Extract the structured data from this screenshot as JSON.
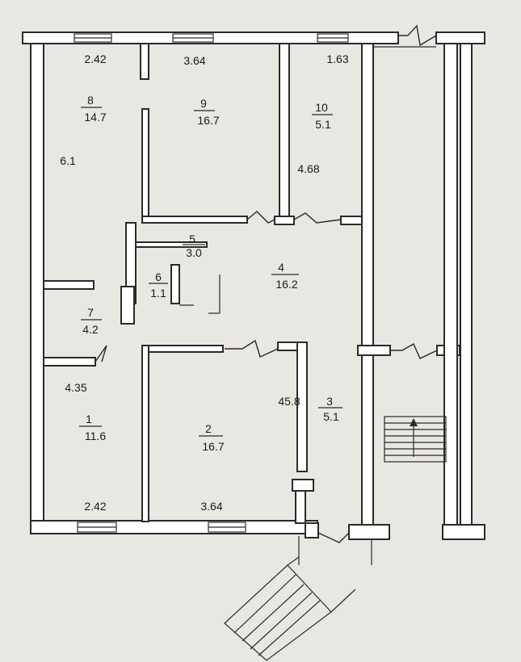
{
  "rooms": [
    {
      "id": "1",
      "number": "1",
      "area": "11.6"
    },
    {
      "id": "2",
      "number": "2",
      "area": "16.7"
    },
    {
      "id": "3",
      "number": "3",
      "area": "5.1"
    },
    {
      "id": "4",
      "number": "4",
      "area": "16.2"
    },
    {
      "id": "5",
      "number": "5",
      "area": "3.0"
    },
    {
      "id": "6",
      "number": "6",
      "area": "1.1"
    },
    {
      "id": "7",
      "number": "7",
      "area": "4.2"
    },
    {
      "id": "8",
      "number": "8",
      "area": "14.7"
    },
    {
      "id": "9",
      "number": "9",
      "area": "16.7"
    },
    {
      "id": "10",
      "number": "10",
      "area": "5.1"
    }
  ],
  "dimensions": {
    "top_left": "2.42",
    "top_mid": "3.64",
    "top_right": "1.63",
    "left_upper": "6.1",
    "room10_height": "4.68",
    "left_lower": "4.35",
    "corridor": "45.8",
    "bottom_left": "2.42",
    "bottom_mid": "3.64"
  },
  "colors": {
    "paper": "#e9e7e2",
    "ink": "#2a2a2a",
    "wall_fill": "#ffffff"
  }
}
